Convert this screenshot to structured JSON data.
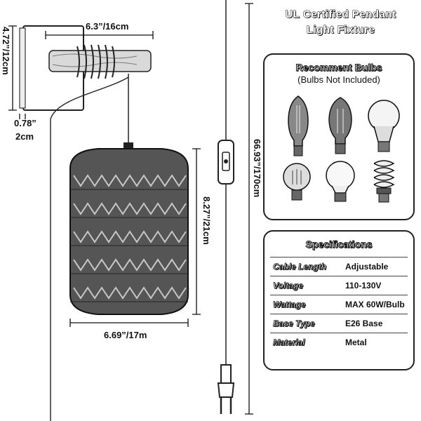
{
  "header": {
    "title_line1": "UL Certified Pendant",
    "title_line2": "Light Fixture"
  },
  "dimensions": {
    "mount_width": "6.3”/16cm",
    "mount_height": "4.72”/12cm",
    "mount_depth_in": "0.78”",
    "mount_depth_cm": "2cm",
    "total_length": "66.93”/170cm",
    "shade_height": "8.27”/21cm",
    "shade_width": "6.69”/17m"
  },
  "bulbs_panel": {
    "heading": "Recomment Bulbs",
    "subheading": "(Bulbs Not Included)",
    "bulb_icons": [
      "edison-st64-bulb-icon",
      "edison-st58-bulb-icon",
      "a19-led-bulb-icon",
      "filament-a19-bulb-icon",
      "a19-frosted-bulb-icon",
      "spiral-cfl-bulb-icon"
    ]
  },
  "specs_panel": {
    "heading": "Specifications",
    "rows": [
      {
        "key": "Cable Length",
        "value": "Adjustable"
      },
      {
        "key": "Voltage",
        "value": "110-130V"
      },
      {
        "key": "Wattage",
        "value": "MAX 60W/Bulb"
      },
      {
        "key": "Base Type",
        "value": "E26 Base"
      },
      {
        "key": "Material",
        "value": "Metal"
      }
    ]
  }
}
